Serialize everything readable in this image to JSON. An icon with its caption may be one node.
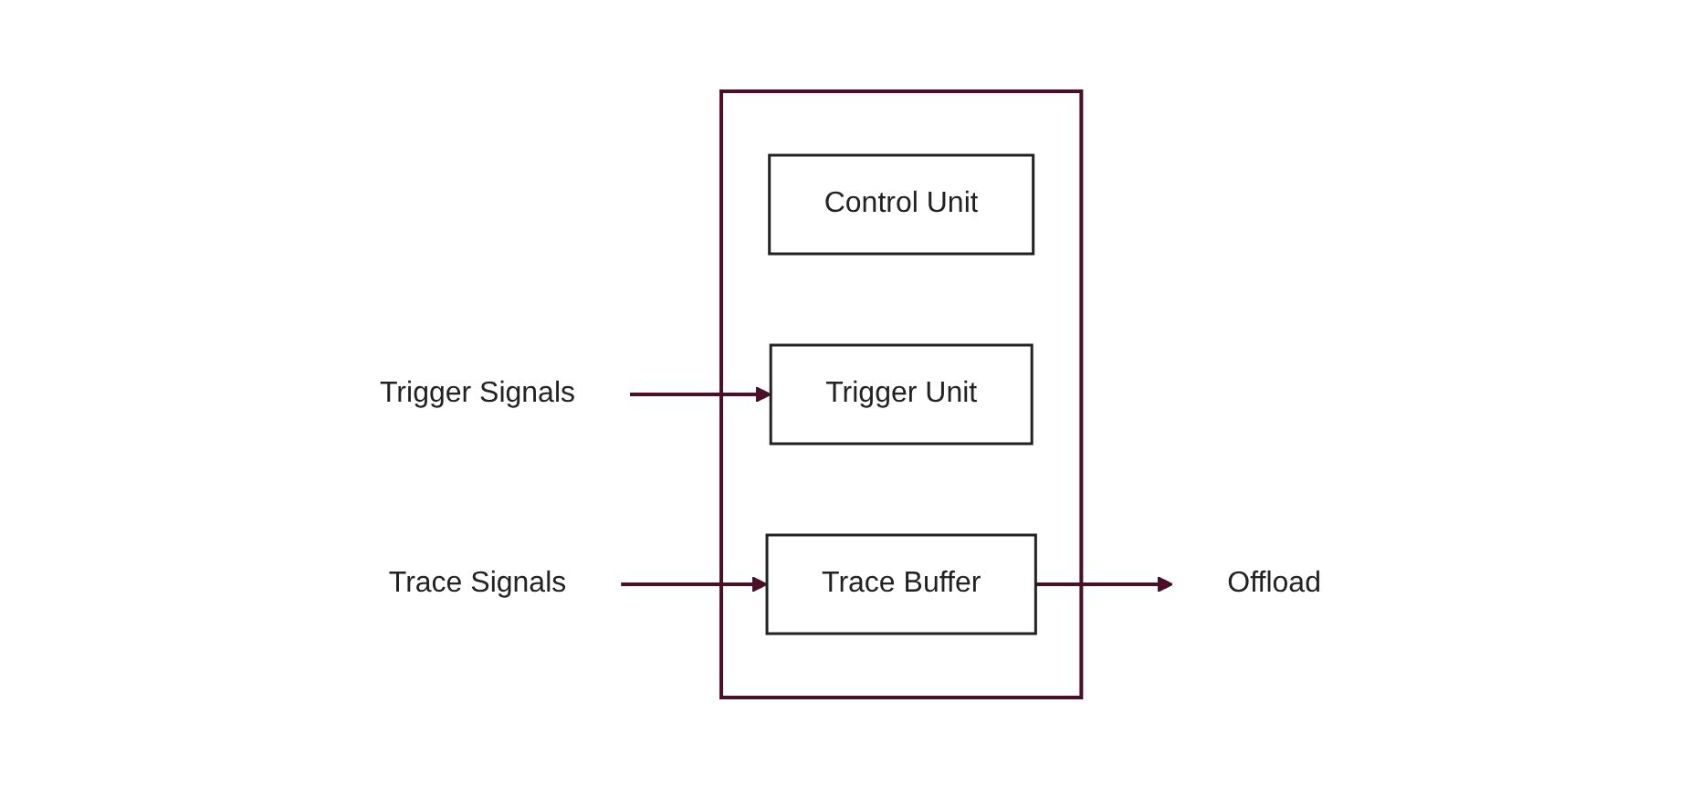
{
  "diagram": {
    "nodes": [
      {
        "text": [],
        "shape": "box"
      },
      {
        "text": [
          "Control Unit"
        ],
        "in": 0
      },
      {
        "text": [
          "Trigger Signals"
        ]
      },
      {
        "text": [
          "Trigger Unit"
        ],
        "in": 0
      },
      {
        "text": [
          "Trace Signals"
        ]
      },
      {
        "text": [
          "Trace Buffer"
        ],
        "in": 0
      },
      {
        "text": [
          "Offload"
        ]
      }
    ],
    "edges": [
      {
        "from": 2,
        "to": 3,
        "arrow": "to"
      },
      {
        "from": 4,
        "to": 5,
        "arrow": "to"
      },
      {
        "from": 5,
        "to": 6,
        "arrow": "to"
      }
    ]
  }
}
